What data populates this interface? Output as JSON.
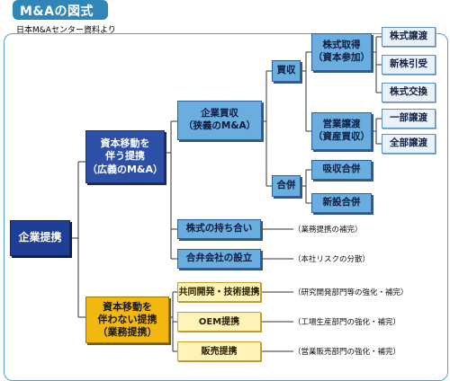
{
  "header": {
    "title": "M&Aの図式",
    "source": "日本M&Aセンター資料より"
  },
  "nodes": {
    "root": "企業提携",
    "capital_move": "資本移動を\n伴う提携\n（広義のM&A）",
    "no_capital_move": "資本移動を\n伴わない提携\n（業務提携）",
    "acquisition_narrow": "企業買収\n（狭義のM&A）",
    "cross_holding": "株式の持ち合い",
    "joint_venture": "合弁会社の設立",
    "joint_dev": "共同開発・技術提携",
    "oem": "OEM提携",
    "sales": "販売提携",
    "purchase": "買収",
    "merger": "合併",
    "stock_acquisition": "株式取得\n（資本参加）",
    "business_transfer": "営業譲渡\n（資産買収）",
    "absorption_merger": "吸収合併",
    "new_merger": "新設合併",
    "stock_transfer": "株式譲渡",
    "new_shares": "新株引受",
    "stock_exchange": "株式交換",
    "partial_transfer": "一部譲渡",
    "full_transfer": "全部譲渡"
  },
  "notes": {
    "cross_holding": "（業務提携の補完）",
    "joint_venture": "（本社リスクの分散）",
    "joint_dev": "（研究開発部門等の強化・補完）",
    "oem": "（工場生産部門の強化・補完）",
    "sales": "（営業販売部門の強化・補完）"
  },
  "colors": {
    "frame": "#4fa3d1",
    "title_tab": "#2f86b8",
    "navy": "#1f3f96",
    "dark_blue": "#2e4fa8",
    "mid_blue": "#6aaee0",
    "light_blue": "#e9f2fb",
    "gold": "#f2b810",
    "yellow": "#fff3b8"
  }
}
